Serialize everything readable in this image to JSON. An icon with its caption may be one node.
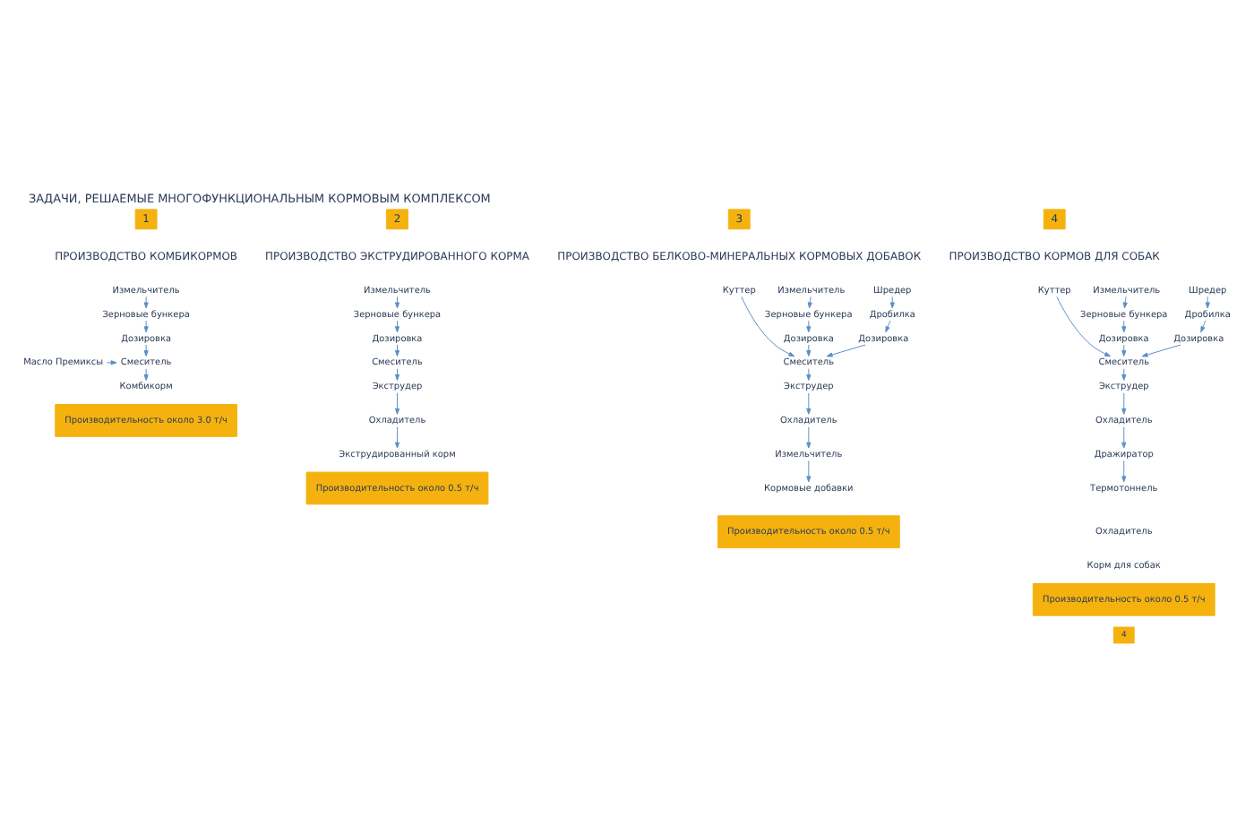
{
  "diagram": {
    "title": "ЗАДАЧИ, РЕШАЕМЫЕ МНОГОФУНКЦИОНАЛЬНЫМ КОРМОВЫМ КОМПЛЕКСОМ",
    "nodes": [
      {
        "text": [
          "1"
        ],
        "beside": [
          "ПРОИЗВОДСТВО КОМБИКОРМОВ"
        ]
      },
      {
        "text": [
          "Измельчитель"
        ]
      },
      {
        "text": [
          "Зерновые бункера"
        ]
      },
      {
        "text": [
          "Дозировка"
        ]
      },
      {
        "text": [
          "Смеситель"
        ]
      },
      {
        "text": [
          "Комбикорм"
        ]
      },
      {
        "text": [
          "Масло Премиксы"
        ]
      },
      {
        "text": [
          "Производительность около 3.0 т/ч"
        ]
      },
      {
        "text": [
          "2"
        ],
        "beside": [
          "ПРОИЗВОДСТВО ЭКСТРУДИРОВАННОГО КОРМА"
        ]
      },
      {
        "text": [
          "Измельчитель"
        ]
      },
      {
        "text": [
          "Зерновые бункера"
        ]
      },
      {
        "text": [
          "Дозировка"
        ]
      },
      {
        "text": [
          "Смеситель"
        ]
      },
      {
        "text": [
          "Экструдер"
        ]
      },
      {
        "text": [
          "Охладитель"
        ]
      },
      {
        "text": [
          "Экструдированный корм"
        ]
      },
      {
        "text": [
          "Производительность около 0.5 т/ч"
        ]
      },
      {
        "text": [
          "3"
        ],
        "beside": [
          "ПРОИЗВОДСТВО БЕЛКОВО-МИНЕРАЛЬНЫХ КОРМОВЫХ ДОБАВОК"
        ]
      },
      {
        "text": [
          "Измельчитель"
        ]
      },
      {
        "text": [
          "Куттер"
        ]
      },
      {
        "text": [
          "Шредер"
        ]
      },
      {
        "text": [
          "Зерновые бункера"
        ]
      },
      {
        "text": [
          "Дробилка"
        ]
      },
      {
        "text": [
          "Дозировка"
        ]
      },
      {
        "text": [
          "Дозировка"
        ]
      },
      {
        "text": [
          "Смеситель"
        ]
      },
      {
        "text": [
          "Экструдер"
        ]
      },
      {
        "text": [
          "Охладитель"
        ]
      },
      {
        "text": [
          "Измельчитель"
        ]
      },
      {
        "text": [
          "Кормовые добавки"
        ]
      },
      {
        "text": [
          "Производительность около 0.5 т/ч"
        ]
      },
      {
        "text": [
          "4"
        ],
        "beside": [
          "ПРОИЗВОДСТВО КОРМОВ ДЛЯ СОБАК"
        ]
      },
      {
        "text": [
          "Измельчитель"
        ]
      },
      {
        "text": [
          "Куттер"
        ]
      },
      {
        "text": [
          "Шредер"
        ]
      },
      {
        "text": [
          "Зерновые бункера"
        ]
      },
      {
        "text": [
          "Дробилка"
        ]
      },
      {
        "text": [
          "Дозировка"
        ]
      },
      {
        "text": [
          "Дозировка"
        ]
      },
      {
        "text": [
          "Смеситель"
        ]
      },
      {
        "text": [
          "Экструдер"
        ]
      },
      {
        "text": [
          "Охладитель"
        ]
      },
      {
        "text": [
          "Дражиратор"
        ]
      },
      {
        "text": [
          "Термотоннель"
        ]
      },
      {
        "text": [
          "Охладитель"
        ]
      },
      {
        "text": [
          "Корм для собак"
        ]
      },
      {
        "text": [
          "Производительность около 0.5 т/ч"
        ]
      }
    ],
    "edges": [
      {
        "from": 1,
        "to": 2,
        "arrow": "to"
      },
      {
        "from": 2,
        "to": 3,
        "arrow": "to"
      },
      {
        "from": 3,
        "to": 4,
        "arrow": "to"
      },
      {
        "from": 4,
        "to": 5,
        "arrow": "to"
      },
      {
        "from": 6,
        "to": 4,
        "arrow": "to"
      },
      {
        "from": 9,
        "to": 10,
        "arrow": "to"
      },
      {
        "from": 10,
        "to": 11,
        "arrow": "to"
      },
      {
        "from": 11,
        "to": 12,
        "arrow": "to"
      },
      {
        "from": 12,
        "to": 13,
        "arrow": "to"
      },
      {
        "from": 13,
        "to": 14,
        "arrow": "to"
      },
      {
        "from": 14,
        "to": 15,
        "arrow": "to"
      },
      {
        "from": 18,
        "to": 21,
        "arrow": "to"
      },
      {
        "from": 21,
        "to": 23,
        "arrow": "to"
      },
      {
        "from": 20,
        "to": 22,
        "arrow": "to"
      },
      {
        "from": 22,
        "to": 24,
        "arrow": "to"
      },
      {
        "from": 19,
        "to": 25,
        "arrow": "to"
      },
      {
        "from": 23,
        "to": 25,
        "arrow": "to"
      },
      {
        "from": 24,
        "to": 25,
        "arrow": "to"
      },
      {
        "from": 25,
        "to": 26,
        "arrow": "to"
      },
      {
        "from": 26,
        "to": 27,
        "arrow": "to"
      },
      {
        "from": 27,
        "to": 28,
        "arrow": "to"
      },
      {
        "from": 28,
        "to": 29,
        "arrow": "to"
      },
      {
        "from": 32,
        "to": 35,
        "arrow": "to"
      },
      {
        "from": 35,
        "to": 37,
        "arrow": "to"
      },
      {
        "from": 34,
        "to": 36,
        "arrow": "to"
      },
      {
        "from": 36,
        "to": 38,
        "arrow": "to"
      },
      {
        "from": 33,
        "to": 39,
        "arrow": "to"
      },
      {
        "from": 37,
        "to": 39,
        "arrow": "to"
      },
      {
        "from": 38,
        "to": 39,
        "arrow": "to"
      },
      {
        "from": 39,
        "to": 40,
        "arrow": "to"
      },
      {
        "from": 40,
        "to": 41,
        "arrow": "to"
      },
      {
        "from": 41,
        "to": 42,
        "arrow": "to"
      },
      {
        "from": 42,
        "to": 43,
        "arrow": "to"
      }
    ],
    "labels": [
      "4"
    ]
  }
}
